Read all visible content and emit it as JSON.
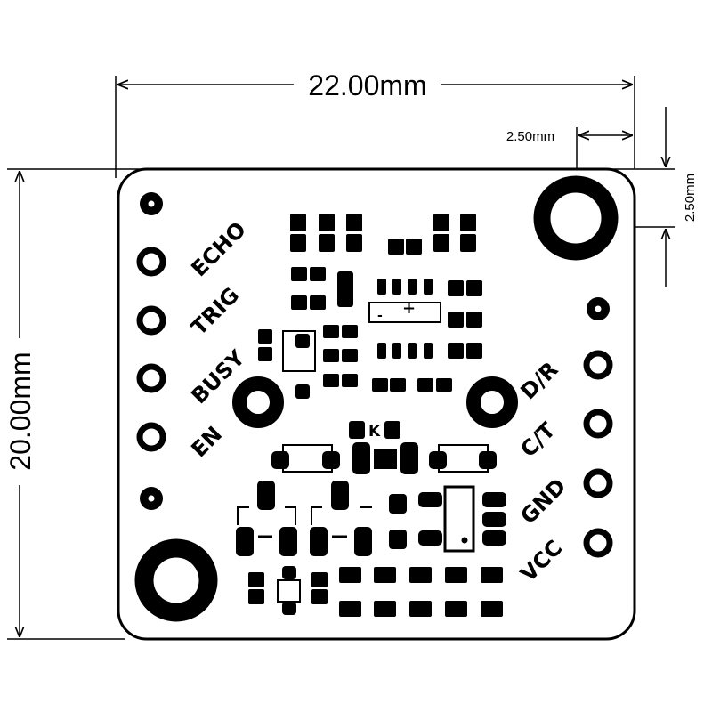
{
  "dimensions": {
    "width": "22.00mm",
    "height": "20.00mm",
    "hole_offset_x": "2.50mm",
    "hole_offset_y": "2.50mm"
  },
  "board": {
    "left_pins": [
      "ECHO",
      "TRIG",
      "BUSY",
      "EN"
    ],
    "right_pins": [
      "D/R",
      "C/T",
      "GND",
      "VCC"
    ],
    "ic_marks": {
      "minus": "-",
      "plus": "+"
    },
    "component_label": "K"
  },
  "colors": {
    "ink": "#000000",
    "board": "#ffffff"
  }
}
